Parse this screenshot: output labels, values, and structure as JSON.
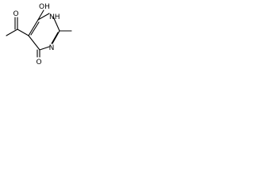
{
  "molecule": {
    "atom_labels": {
      "hydroxyl": "OH",
      "ring_nh": "NH",
      "acetyl_oxygen": "O",
      "ring_n": "N",
      "carbonyl_oxygen": "O"
    },
    "bond_color": "#000000",
    "label_color": "#000000"
  }
}
